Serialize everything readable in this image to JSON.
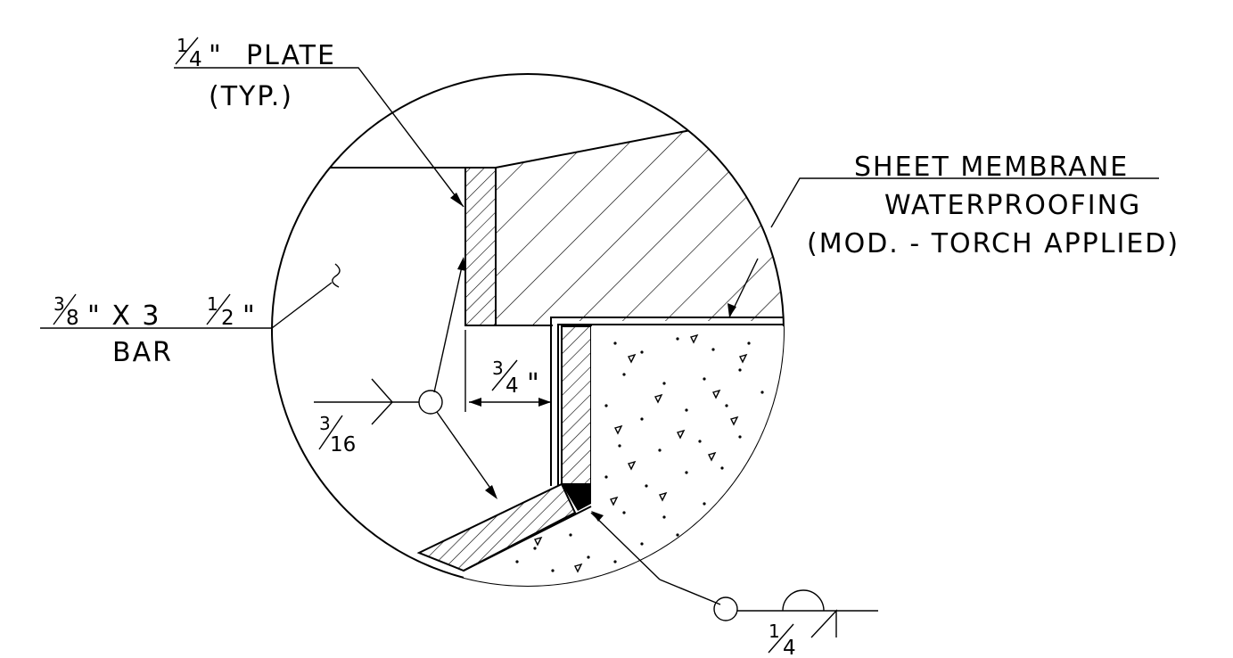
{
  "labels": {
    "plate": {
      "size": "1/4\"",
      "size_num": "1",
      "size_den": "4",
      "name": "PLATE",
      "note": "(TYP.)"
    },
    "membrane": {
      "line1": "SHEET MEMBRANE",
      "line2": "WATERPROOFING",
      "line3": "(MOD. - TORCH APPLIED)"
    },
    "bar": {
      "size": "3/8\" X 3 1/2\"",
      "a_num": "3",
      "a_den": "8",
      "times": "\" X 3",
      "b_num": "1",
      "b_den": "2",
      "inch": "\"",
      "name": "BAR"
    },
    "gap": {
      "value": "3/4\"",
      "num": "3",
      "den": "4",
      "inch": "\""
    },
    "weld_left": {
      "value": "3/16",
      "num": "3",
      "den": "16"
    },
    "weld_bottom": {
      "value": "1/4",
      "num": "1",
      "den": "4"
    }
  }
}
